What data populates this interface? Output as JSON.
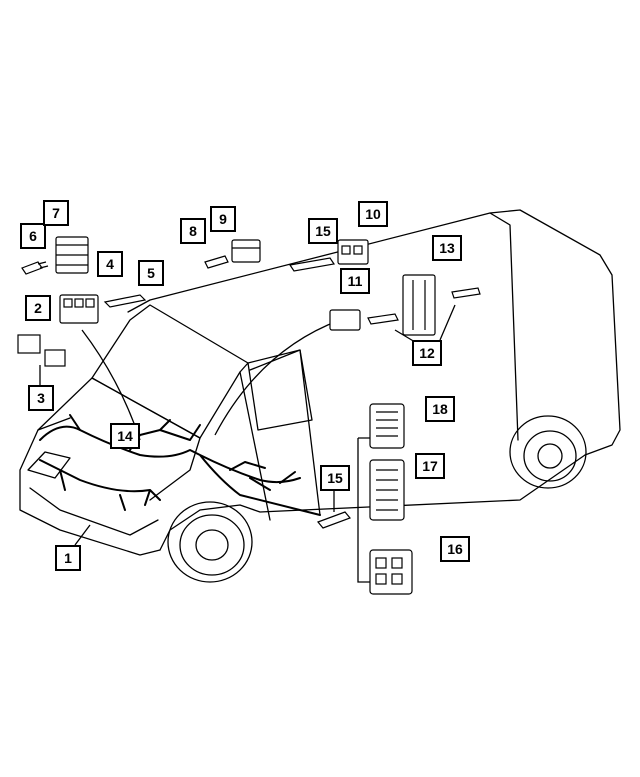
{
  "callouts": [
    {
      "id": "1",
      "label": "1"
    },
    {
      "id": "2",
      "label": "2"
    },
    {
      "id": "3",
      "label": "3"
    },
    {
      "id": "4",
      "label": "4"
    },
    {
      "id": "5",
      "label": "5"
    },
    {
      "id": "6",
      "label": "6"
    },
    {
      "id": "7",
      "label": "7"
    },
    {
      "id": "8",
      "label": "8"
    },
    {
      "id": "9",
      "label": "9"
    },
    {
      "id": "10",
      "label": "10"
    },
    {
      "id": "11",
      "label": "11"
    },
    {
      "id": "12",
      "label": "12"
    },
    {
      "id": "13",
      "label": "13"
    },
    {
      "id": "14",
      "label": "14"
    },
    {
      "id": "15a",
      "label": "15"
    },
    {
      "id": "15b",
      "label": "15"
    },
    {
      "id": "16",
      "label": "16"
    },
    {
      "id": "17",
      "label": "17"
    },
    {
      "id": "18",
      "label": "18"
    }
  ]
}
